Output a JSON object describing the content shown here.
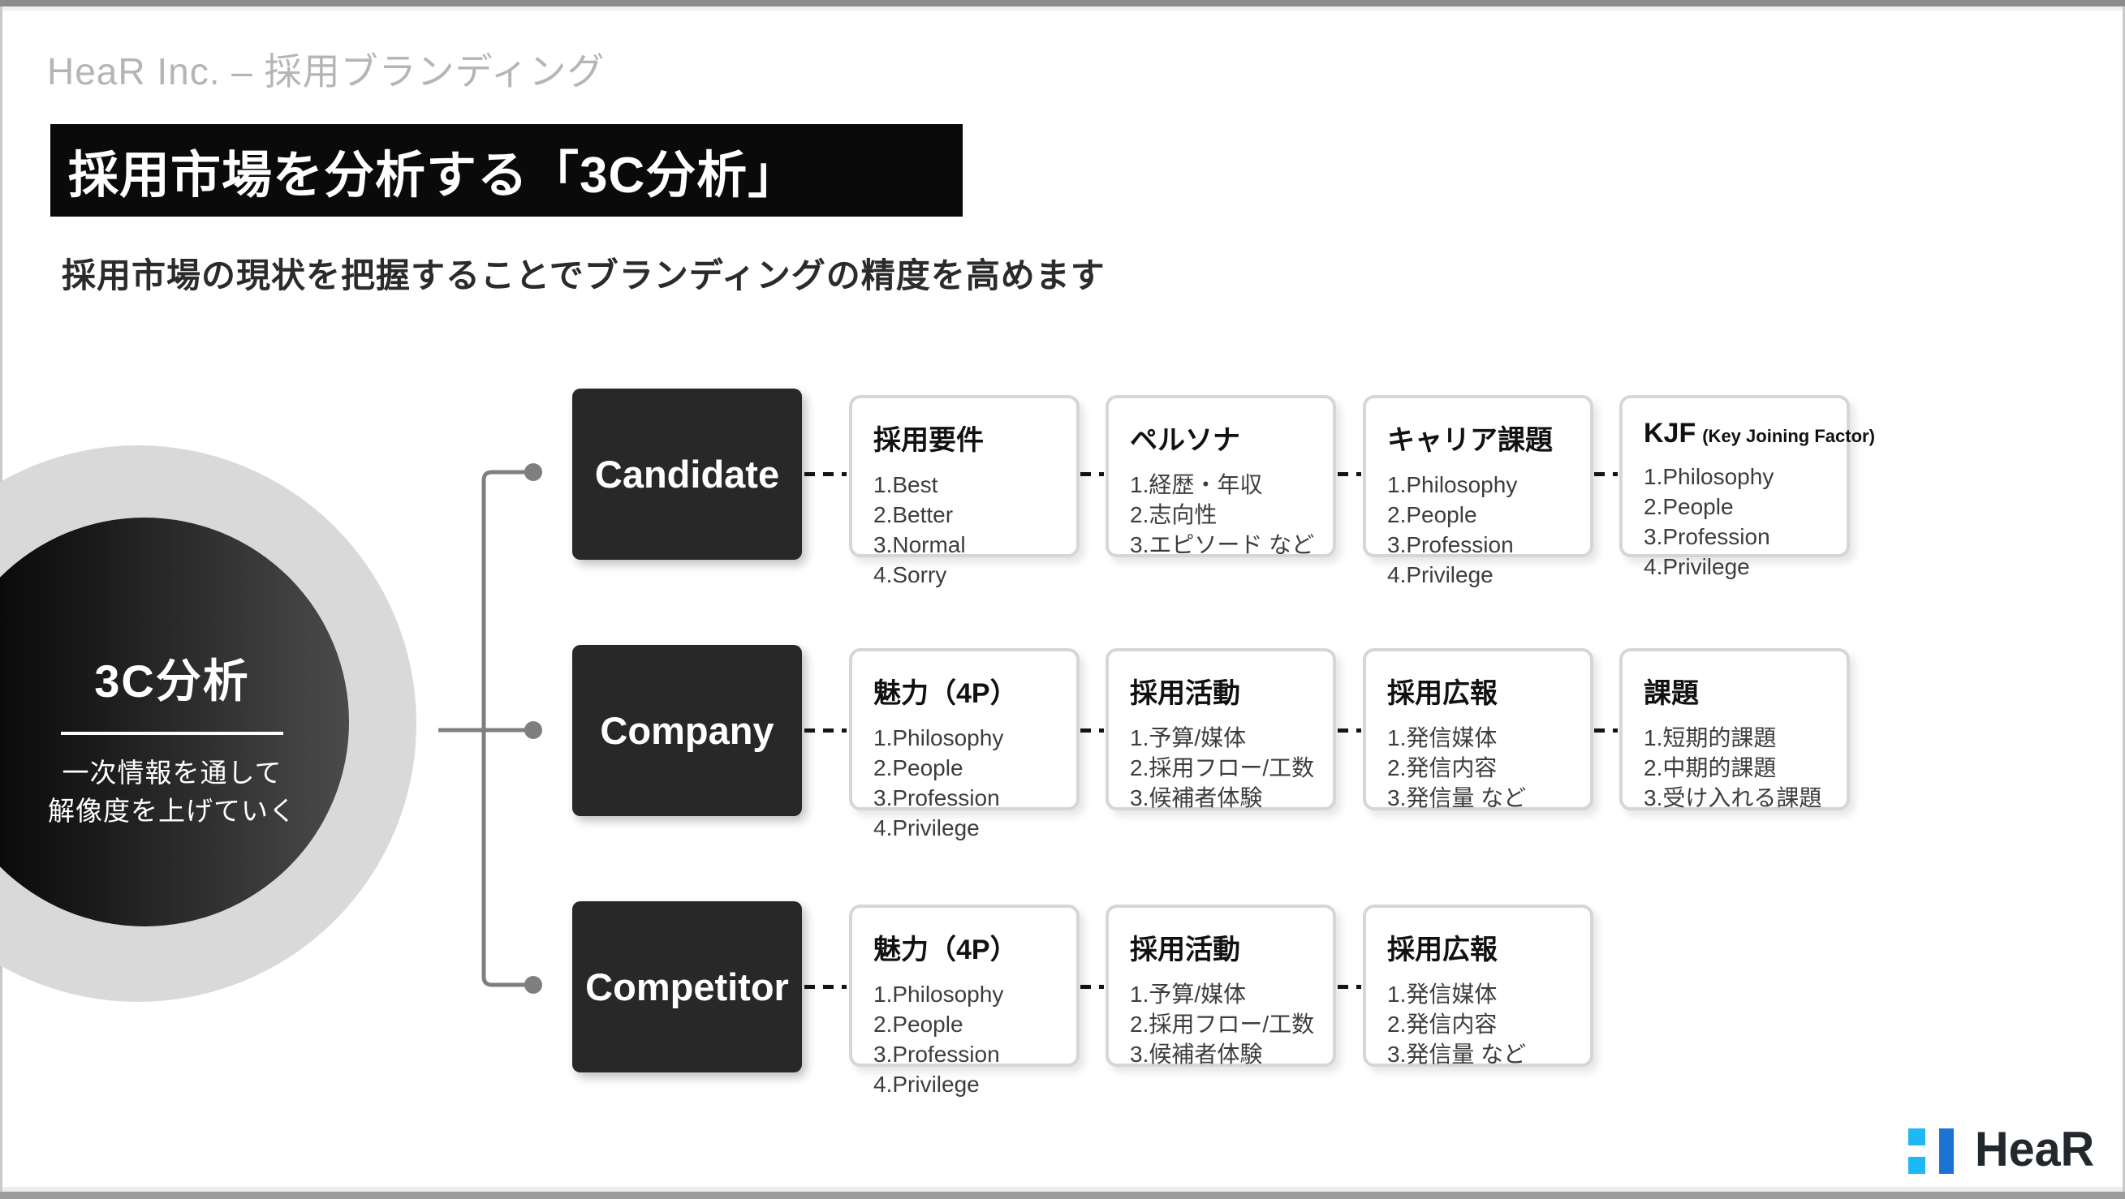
{
  "header": {
    "company_line": "HeaR Inc. – 採用ブランディング"
  },
  "title": "採用市場を分析する「3C分析」",
  "subtitle": "採用市場の現状を把握することでブランディングの精度を高めます",
  "circle": {
    "title": "3C分析",
    "caption_line1": "一次情報を通して",
    "caption_line2": "解像度を上げていく"
  },
  "rows": [
    {
      "label": "Candidate",
      "boxes": [
        {
          "title": "採用要件",
          "items": [
            "1.Best",
            "2.Better",
            "3.Normal",
            "4.Sorry"
          ]
        },
        {
          "title": "ペルソナ",
          "items": [
            "1.経歴・年収",
            "2.志向性",
            "3.エピソード など"
          ]
        },
        {
          "title": "キャリア課題",
          "items": [
            "1.Philosophy",
            "2.People",
            "3.Profession",
            "4.Privilege"
          ]
        },
        {
          "title": "KJF",
          "title_suffix": "(Key Joining Factor)",
          "items": [
            "1.Philosophy",
            "2.People",
            "3.Profession",
            "4.Privilege"
          ]
        }
      ]
    },
    {
      "label": "Company",
      "boxes": [
        {
          "title": "魅力（4P）",
          "items": [
            "1.Philosophy",
            "2.People",
            "3.Profession",
            "4.Privilege"
          ]
        },
        {
          "title": "採用活動",
          "items": [
            "1.予算/媒体",
            "2.採用フロー/工数",
            "3.候補者体験"
          ]
        },
        {
          "title": "採用広報",
          "items": [
            "1.発信媒体",
            "2.発信内容",
            "3.発信量 など"
          ]
        },
        {
          "title": "課題",
          "items": [
            "1.短期的課題",
            "2.中期的課題",
            "3.受け入れる課題"
          ]
        }
      ]
    },
    {
      "label": "Competitor",
      "boxes": [
        {
          "title": "魅力（4P）",
          "items": [
            "1.Philosophy",
            "2.People",
            "3.Profession",
            "4.Privilege"
          ]
        },
        {
          "title": "採用活動",
          "items": [
            "1.予算/媒体",
            "2.採用フロー/工数",
            "3.候補者体験"
          ]
        },
        {
          "title": "採用広報",
          "items": [
            "1.発信媒体",
            "2.発信内容",
            "3.発信量 など"
          ]
        }
      ]
    }
  ],
  "logo": {
    "text": "HeaR"
  },
  "colors": {
    "brand_cyan": "#1eb8f4",
    "brand_blue": "#1b74d4",
    "banner_black": "#0a0a0a",
    "box_dark": "#282828",
    "connector_gray": "#7f7f7f"
  }
}
